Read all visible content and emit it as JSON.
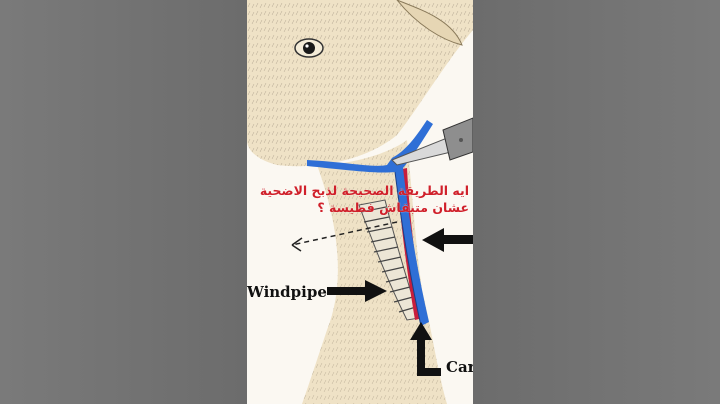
{
  "caption": {
    "line1": "ايه الطريقة الصحيحة لذبح الاضحية",
    "line2": "عشان متبقاش فطيسة ؟"
  },
  "labels": {
    "windpipe": "Windpipe",
    "carotid": "Car"
  },
  "colors": {
    "background": "#6f6f6f",
    "vein": "#2f6fd6",
    "artery": "#c81e3c",
    "caption": "#d0202a"
  }
}
